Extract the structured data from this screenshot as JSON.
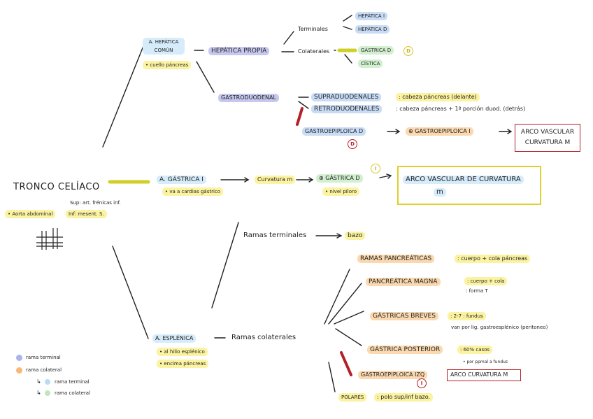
{
  "root": {
    "title": "TRONCO CELÍACO",
    "origin": "• Aorta abdominal",
    "sup": "Sup: art. frénicas inf.",
    "inf": "Inf: mesent. S."
  },
  "hepatica_comun": {
    "title": "A. HEPÁTICA COMÚN",
    "note": "• cuello páncreas"
  },
  "hepatica_propia": "HEPÁTICA PROPIA",
  "terminales_label": "Terminales",
  "hepatica_i": "HEPÁTICA I",
  "hepatica_d": "HEPÁTICA D",
  "colaterales_label": "Colaterales",
  "gastrica_d_top": "GÁSTRICA D",
  "cistica": "CÍSTICA",
  "gastroduodenal": "GASTRODUODENAL",
  "supraduodenales": "SUPRADUODENALES",
  "supraduodenales_note": ": cabeza páncreas (delante)",
  "retroduodenales": "RETRODUODENALES",
  "retroduodenales_note": ": cabeza páncreas + 1ª porción duod. (detrás)",
  "gastroepiploica_d": "GASTROEPIPLOICA D",
  "gastroepiploica_i_top": "⊕ GASTROEPIPLOICA I",
  "arco_vascular_cm": "ARCO VASCULAR CURVATURA M",
  "gastrica_i": {
    "title": "A. GÁSTRICA I",
    "note": "• va a cardias gástrico"
  },
  "curvatura_m": "Curvatura m",
  "gastrica_d_mid": "⊕ GÁSTRICA D",
  "nivel_piloro": "• nivel píloro",
  "arco_vascular_cm2": {
    "line1": "ARCO VASCULAR DE CURVATURA",
    "line2": "m"
  },
  "ramas_terminales": "Ramas terminales",
  "bazo": "bazo",
  "esplenica": {
    "title": "A. ESPLÉNICA",
    "note1": "• al hilio esplénico",
    "note2": "• encima páncreas"
  },
  "ramas_colaterales": "Ramas colaterales",
  "ramas_pancreaticas": "RAMAS PANCREÁTICAS",
  "ramas_pancreaticas_note": ": cuerpo + cola páncreas",
  "pancreatica_magna": "PANCREÁTICA MAGNA",
  "pancreatica_magna_note1": ": cuerpo + cola",
  "pancreatica_magna_note2": ": forma T",
  "gastricas_breves": "GÁSTRICAS BREVES",
  "gastricas_breves_note1": ": 2-7 : fundus",
  "gastricas_breves_note2": "van por lig. gastroesplénico (peritoneo)",
  "gastrica_posterior": "GÁSTRICA POSTERIOR",
  "gastrica_posterior_note1": ": 60% casos",
  "gastrica_posterior_note2": "• por ppmal a fundus",
  "gastroepiploica_izq": "GASTROEPIPLOICA IZQ",
  "arco_curvatura_m_bottom": "ARCO CURVATURA M",
  "polares": "POLARES",
  "polares_note": ": polo sup/inf bazo.",
  "markers": {
    "d": "D",
    "i": "I",
    "d2": "D",
    "i2": "I"
  },
  "legend": {
    "items": [
      {
        "label": "rama terminal",
        "color": "#a9b4ee"
      },
      {
        "label": "rama colateral",
        "color": "#f6b979"
      }
    ],
    "sub": [
      {
        "label": "rama terminal",
        "color": "#b9dcf6"
      },
      {
        "label": "rama colateral",
        "color": "#bde8b9"
      }
    ]
  },
  "colors": {
    "red_box": "#b3202a",
    "yellow_box": "#e0cf2c",
    "highlight_marker": "#cfcf26"
  }
}
